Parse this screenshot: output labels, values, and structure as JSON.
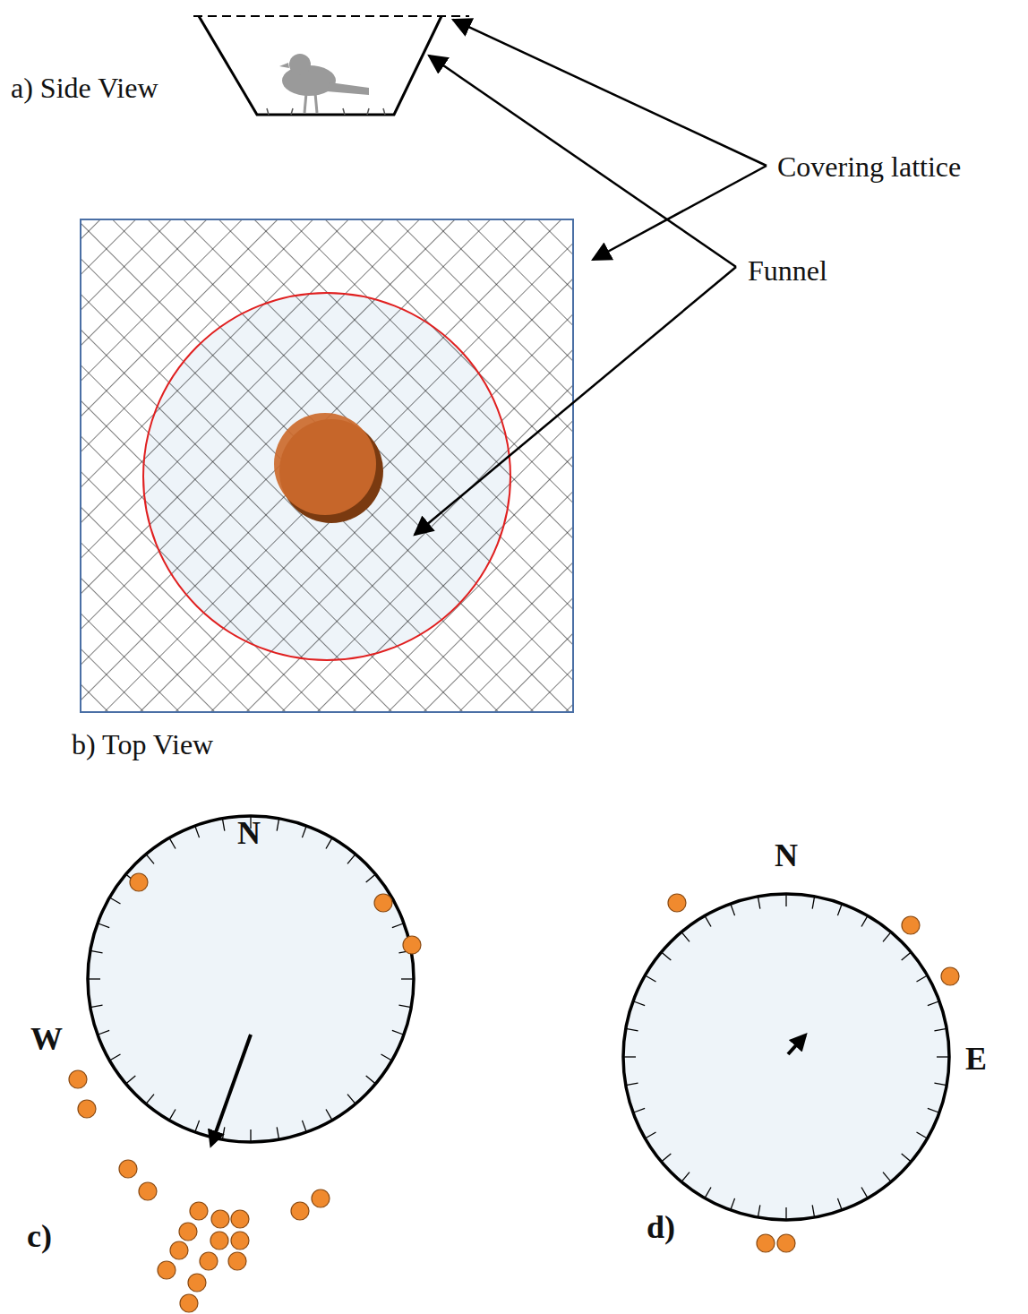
{
  "diagram": {
    "labels": [
      "a) Side View",
      "Covering lattice",
      "Funnel",
      "b) Top View",
      "N",
      "W",
      "c)",
      "N",
      "E",
      "d)"
    ]
  }
}
